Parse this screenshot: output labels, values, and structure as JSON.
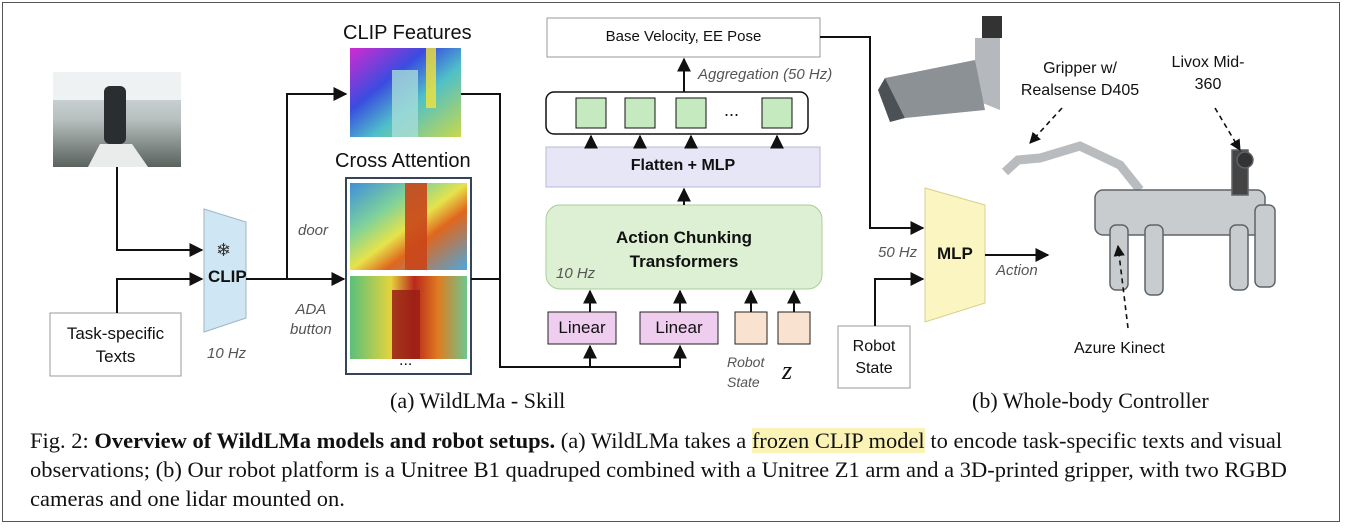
{
  "diagram": {
    "clip_features_title": "CLIP Features",
    "cross_attention_title": "Cross Attention",
    "clip_label": "CLIP",
    "clip_snowflake": "❄",
    "clip_rate": "10 Hz",
    "task_texts": "Task-specific\nTexts",
    "word_door": "door",
    "word_ada": "ADA\nbutton",
    "ellipsis": "...",
    "base_velocity": "Base Velocity, EE Pose",
    "aggregation": "Aggregation (50 Hz)",
    "tokens_ellipsis": "...",
    "flatten_mlp": "Flatten + MLP",
    "act_title": "Action Chunking\nTransformers",
    "act_rate": "10 Hz",
    "linear1": "Linear",
    "linear2": "Linear",
    "robot_state_italic": "Robot\nState",
    "z_symbol": "z",
    "rate_50": "50 Hz",
    "mlp": "MLP",
    "action": "Action",
    "robot_state_box": "Robot\nState",
    "gripper_label": "Gripper w/\nRealsense D405",
    "livox_label": "Livox Mid-\n360",
    "azure_label": "Azure Kinect",
    "subcap_a": "(a) WildLMa - Skill",
    "subcap_b": "(b) Whole-body Controller"
  },
  "caption": {
    "prefix": "Fig. 2: ",
    "bold": "Overview of WildLMa models and robot setups.",
    "part1": " (a) WildLMa takes a ",
    "highlight": "frozen CLIP model",
    "part2": " to encode task-specific texts and visual observations; (b) Our robot platform is a Unitree B1 quadruped combined with a Unitree Z1 arm and a 3D-printed gripper, with two RGBD cameras and one lidar mounted on."
  },
  "colors": {
    "clip_blue": "#cfe7f4",
    "act_green": "#ddf0d3",
    "token_green": "#c5eac0",
    "flatten_lavender": "#e6e6f7",
    "linear_pink": "#eecdee",
    "state_peach": "#f9e2d0",
    "mlp_yellow": "#fbf5c2",
    "highlight_yellow": "#fbf3b6"
  }
}
